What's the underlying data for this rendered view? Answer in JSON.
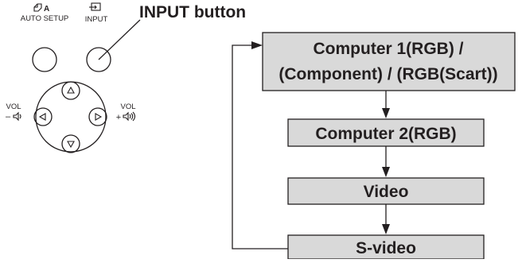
{
  "remote": {
    "auto_setup_label": "AUTO SETUP",
    "auto_setup_icon": "auto-setup-icon",
    "input_label": "INPUT",
    "input_icon": "input-icon",
    "vol_minus_label": "VOL",
    "vol_minus_sign": "–",
    "vol_plus_label": "VOL",
    "vol_plus_sign": "+",
    "callout": "INPUT button"
  },
  "flow": {
    "steps": [
      {
        "lines": [
          "Computer 1(RGB) /",
          "(Component) / (RGB(Scart))"
        ]
      },
      {
        "lines": [
          "Computer 2(RGB)"
        ]
      },
      {
        "lines": [
          "Video"
        ]
      },
      {
        "lines": [
          "S-video"
        ]
      }
    ]
  },
  "colors": {
    "box_fill": "#d9d9d9",
    "ink": "#231f20"
  }
}
